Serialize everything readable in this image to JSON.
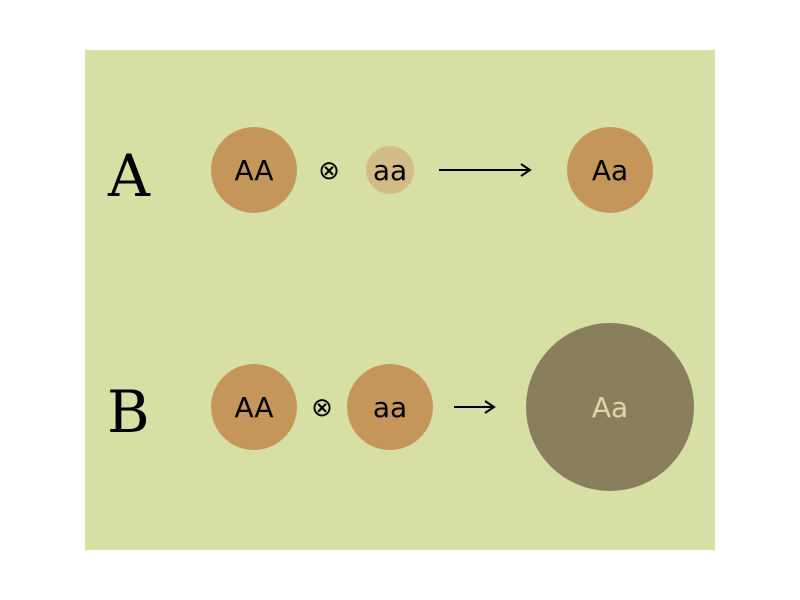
{
  "rows": {
    "a": {
      "letter": "A",
      "parent1": "AA",
      "operator": "⊗",
      "parent2": "aa",
      "offspring": "Aa"
    },
    "b": {
      "letter": "B",
      "parent1": "AA",
      "operator": "⊗",
      "parent2": "aa",
      "offspring": "Aa"
    }
  },
  "colors": {
    "background": "#d8dfa4",
    "circle_standard": "#c59659",
    "circle_small": "#d2bb85",
    "circle_large": "#8a7e5c",
    "large_text": "#dfd8a6"
  }
}
